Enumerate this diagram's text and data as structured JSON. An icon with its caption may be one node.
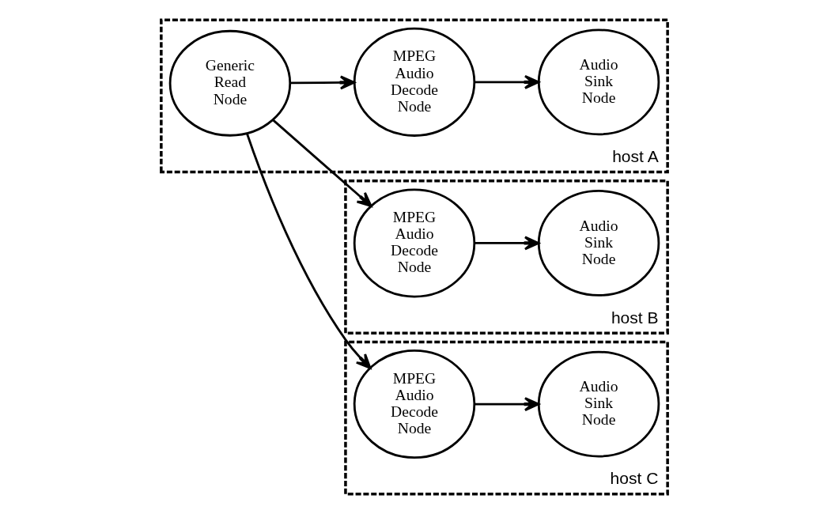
{
  "diagram": {
    "nodes": [
      {
        "text": [
          "host A"
        ]
      },
      {
        "text": [
          "Generic Read Node"
        ],
        "in": 0
      },
      {
        "text": [
          "MPEG Audio Decode Node"
        ],
        "in": 0
      },
      {
        "text": [
          "Audio Sink Node"
        ],
        "in": 0
      },
      {
        "text": [
          "host B"
        ]
      },
      {
        "text": [
          "MPEG Audio Decode Node"
        ],
        "in": 4
      },
      {
        "text": [
          "Audio Sink Node"
        ],
        "in": 4
      },
      {
        "text": [
          "host C"
        ]
      },
      {
        "text": [
          "MPEG Audio Decode Node"
        ],
        "in": 7
      },
      {
        "text": [
          "Audio Sink Node"
        ],
        "in": 7
      }
    ],
    "edges": [
      {
        "from": 1,
        "to": 2,
        "arrow": "to"
      },
      {
        "from": 2,
        "to": 3,
        "arrow": "to"
      },
      {
        "from": 1,
        "to": 5,
        "arrow": "to"
      },
      {
        "from": 5,
        "to": 6,
        "arrow": "to"
      },
      {
        "from": 1,
        "to": 8,
        "arrow": "to"
      },
      {
        "from": 8,
        "to": 9,
        "arrow": "to"
      }
    ]
  }
}
